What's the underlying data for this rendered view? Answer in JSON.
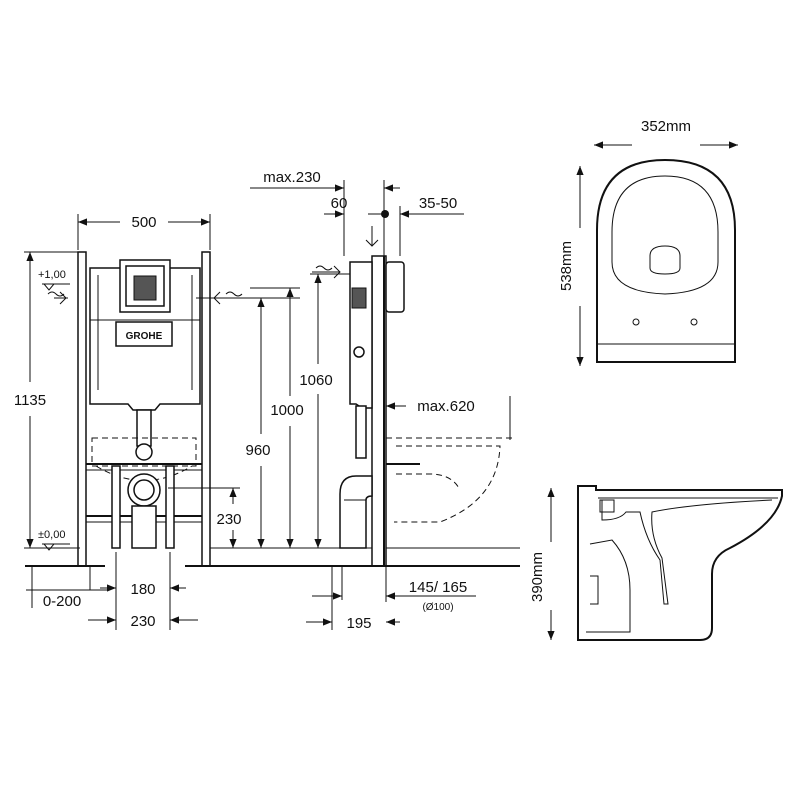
{
  "logo": "GROHE",
  "front_view": {
    "width": "500",
    "total_height": "1135",
    "level_top": "+1,00",
    "level_zero": "±0,00",
    "height_960": "960",
    "height_1000": "1000",
    "drain_height": "230",
    "bolt_spacing": "180",
    "frame_feet": "230",
    "floor_adjust": "0-200"
  },
  "side_view": {
    "max_230": "max.230",
    "offset_60": "60",
    "depth_35_50": "35-50",
    "height_1060": "1060",
    "max_620": "max.620",
    "pipe_145_165": "145/ 165",
    "pipe_dia": "(Ø100)",
    "depth_195": "195"
  },
  "bowl_top": {
    "width": "352mm",
    "length": "538mm"
  },
  "bowl_side": {
    "height": "390mm"
  }
}
